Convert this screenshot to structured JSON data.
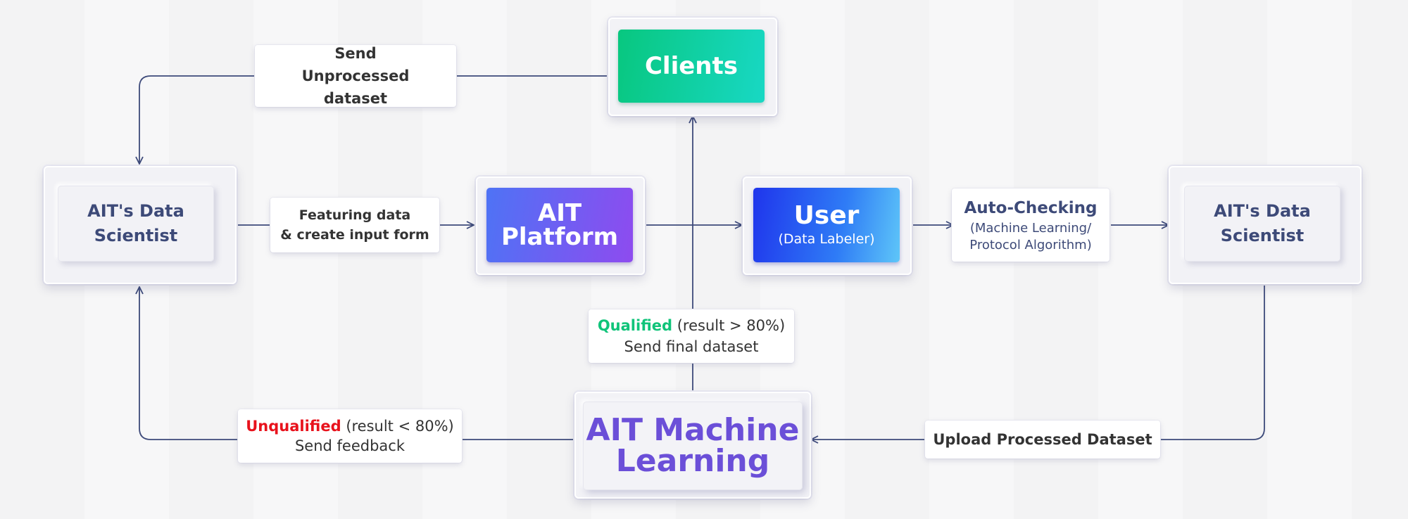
{
  "nodes": {
    "clients": "Clients",
    "platform_line1": "AIT",
    "platform_line2": "Platform",
    "user_title": "User",
    "user_subtitle": "(Data Labeler)",
    "ds_left": "AIT's Data Scientist",
    "ds_right": "AIT's Data Scientist",
    "ml_line1": "AIT Machine",
    "ml_line2": "Learning"
  },
  "labels": {
    "send_unprocessed": "Send Unprocessed dataset",
    "featuring_line1": "Featuring data",
    "featuring_line2": "& create input form",
    "auto_title": "Auto-Checking",
    "auto_sub1": "(Machine Learning/",
    "auto_sub2": "Protocol Algorithm)",
    "qualified_word": "Qualified",
    "qualified_rest": " (result > 80%)",
    "qualified_line2": "Send final dataset",
    "unqualified_word": "Unqualified",
    "unqualified_rest": " (result < 80%)",
    "unqualified_line2": "Send feedback",
    "upload": "Upload Processed Dataset"
  },
  "colors": {
    "qualified": "#10c47a",
    "unqualified": "#e8121c",
    "line": "#3d4a7a",
    "ml_text": "#6b4fd8",
    "node_text": "#3d4a78"
  }
}
